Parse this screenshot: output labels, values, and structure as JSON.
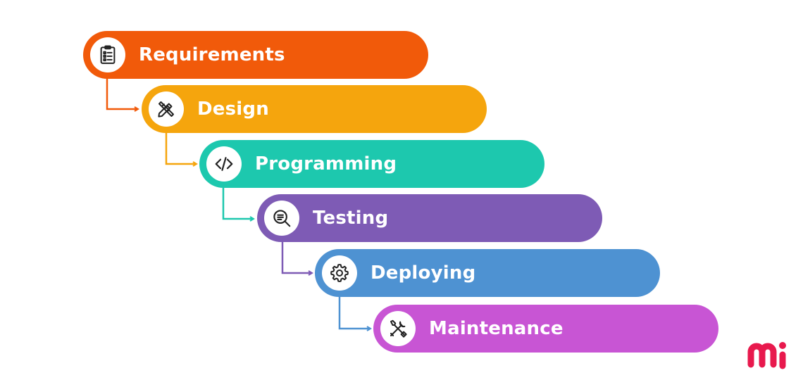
{
  "steps": [
    {
      "label": "Requirements",
      "icon": "clipboard-icon",
      "color": "#F15A0A"
    },
    {
      "label": "Design",
      "icon": "pencil-ruler-icon",
      "color": "#F5A50D"
    },
    {
      "label": "Programming",
      "icon": "code-icon",
      "color": "#1DC8AE"
    },
    {
      "label": "Testing",
      "icon": "search-document-icon",
      "color": "#7E5BB5"
    },
    {
      "label": "Deploying",
      "icon": "gear-icon",
      "color": "#4E92D2"
    },
    {
      "label": "Maintenance",
      "icon": "tools-icon",
      "color": "#C855D4"
    }
  ],
  "logo": {
    "icon": "brand-logo",
    "color": "#E8194D"
  }
}
